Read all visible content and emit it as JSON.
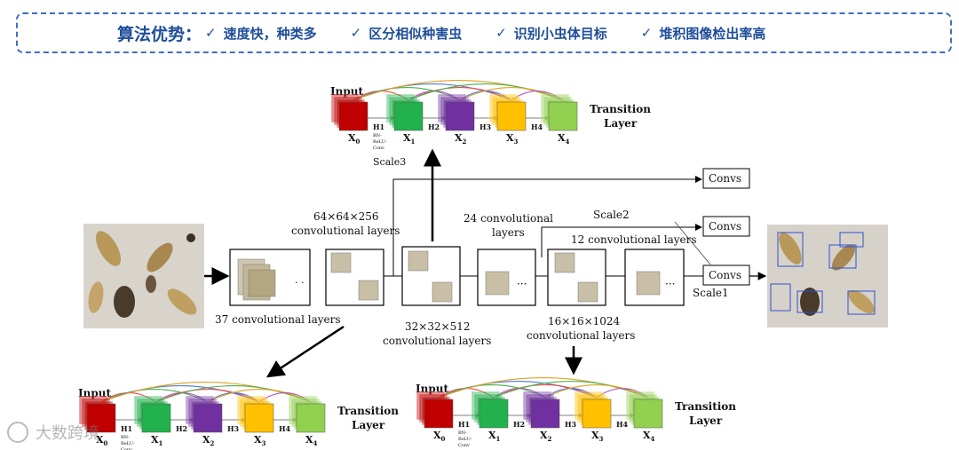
{
  "banner": {
    "title": "算法优势：",
    "check_glyph": "✓",
    "advantages": [
      "速度快，种类多",
      "区分相似种害虫",
      "识别小虫体目标",
      "堆积图像检出率高"
    ]
  },
  "colors": {
    "banner_border": "#3b6fc4",
    "banner_text": "#1f4e9a",
    "x0": "#c00000",
    "x1": "#22b14c",
    "x2": "#7030a0",
    "x3": "#ffc000",
    "x4": "#92d050",
    "skip_arrows": [
      "#e84a4a",
      "#49b04a",
      "#4f7ad4",
      "#e0a020",
      "#b05cc8"
    ]
  },
  "dense_block": {
    "input_label": "Input",
    "layer_labels": [
      "X0",
      "X1",
      "X2",
      "X3",
      "X4"
    ],
    "transition_labels": [
      "H1",
      "H2",
      "H3",
      "H4"
    ],
    "h1_caption": [
      "BN-",
      "ReLU-",
      "Conv"
    ],
    "output_label": [
      "Transition",
      "Layer"
    ]
  },
  "top_scale_label": "Scale3",
  "network": {
    "input_image_icon": "insect-photo-icon",
    "output_image_icon": "detection-photo-icon",
    "label_37": "37 convolutional layers",
    "label_64": [
      "64×64×256",
      "convolutional layers"
    ],
    "label_32": [
      "32×32×512",
      "convolutional layers"
    ],
    "label_24": [
      "24 convolutional",
      "layers"
    ],
    "label_16": [
      "16×16×1024",
      "convolutional layers"
    ],
    "label_12": "12 convolutional layers",
    "scale1": "Scale1",
    "scale2": "Scale2",
    "convs": [
      "Convs",
      "Convs",
      "Convs"
    ],
    "ellipsis": "···"
  },
  "watermark": {
    "text": "大数跨境"
  }
}
